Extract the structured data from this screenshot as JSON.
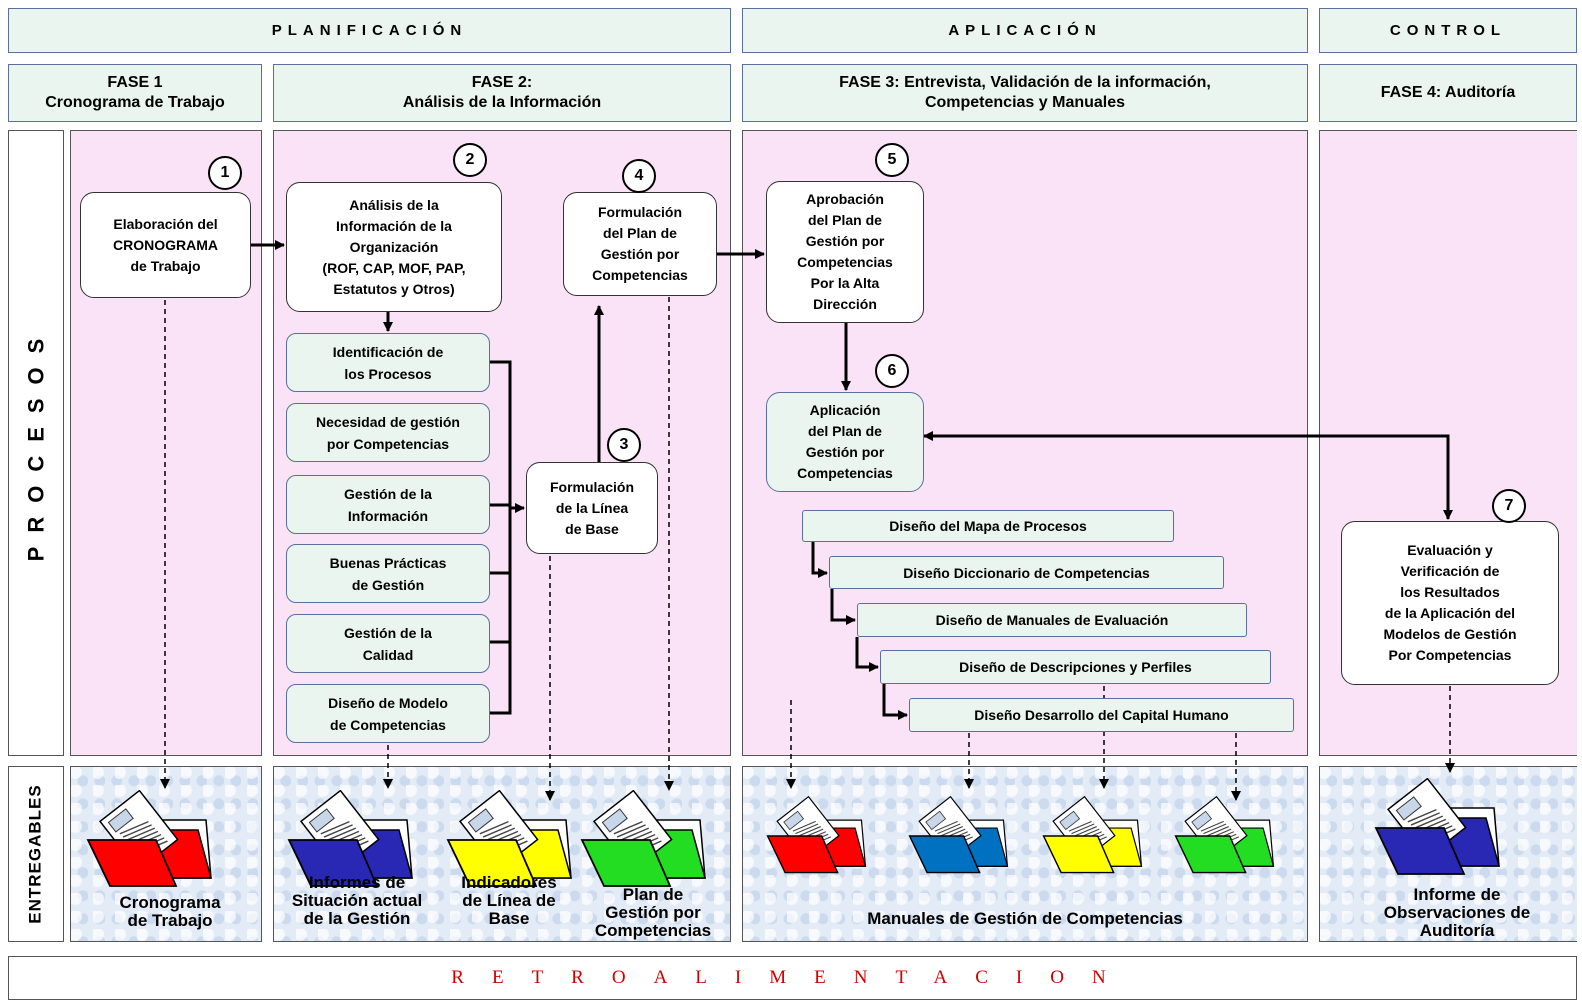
{
  "stages": {
    "planificacion": "PLANIFICACIÓN",
    "aplicacion": "APLICACIÓN",
    "control": "CONTROL"
  },
  "phases": {
    "fase1": "FASE 1\nCronograma de Trabajo",
    "fase2": "FASE 2:\nAnálisis de la Información",
    "fase3": "FASE 3:  Entrevista, Validación de la información,\nCompetencias y Manuales",
    "fase4": "FASE 4:  Auditoría"
  },
  "side_labels": {
    "procesos": "PROCESOS",
    "entregables": "ENTREGABLES"
  },
  "step_numbers": [
    "1",
    "2",
    "3",
    "4",
    "5",
    "6",
    "7"
  ],
  "process_boxes": {
    "cronograma": "Elaboración del\nCRONOGRAMA\nde Trabajo",
    "analisis": "Análisis de la\nInformación de la\nOrganización\n(ROF, CAP, MOF, PAP,\nEstatutos y Otros)",
    "formulacion_plan": "Formulación\ndel Plan de\nGestión por\nCompetencias",
    "formulacion_linea": "Formulación\nde la Línea\nde Base",
    "aprobacion": "Aprobación\ndel Plan de\nGestión por\nCompetencias\nPor la Alta\nDirección",
    "aplicacion": "Aplicación\ndel Plan de\nGestión por\nCompetencias",
    "evaluacion": "Evaluación y\nVerificación  de\nlos Resultados\nde la Aplicación del\nModelos de Gestión\nPor Competencias"
  },
  "analysis_items": [
    "Identificación de\nlos Procesos",
    "Necesidad de gestión\npor Competencias",
    "Gestión de la\nInformación",
    "Buenas Prácticas\nde Gestión",
    "Gestión de la\nCalidad",
    "Diseño de Modelo\nde Competencias"
  ],
  "design_items": [
    "Diseño  del Mapa de Procesos",
    "Diseño  Diccionario de Competencias",
    "Diseño de Manuales de Evaluación",
    "Diseño de Descripciones y Perfiles",
    "Diseño Desarrollo del Capital Humano"
  ],
  "deliverables": {
    "cronograma": "Cronograma\nde Trabajo",
    "informes": "Informes de\nSituación actual\nde la Gestión",
    "indicadores": "Indicadores\nde Línea de\nBase",
    "plan": "Plan de\nGestión por\nCompetencias",
    "manuales": "Manuales de Gestión de Competencias",
    "informe_auditoria": "Informe de\nObservaciones de\nAuditoría"
  },
  "folder_colors": {
    "cronograma": "#ff0000",
    "informes": "#2828b4",
    "indicadores": "#ffff00",
    "plan": "#22dd22",
    "manual_1": "#ff0000",
    "manual_2": "#0070c0",
    "manual_3": "#ffff00",
    "manual_4": "#22dd22",
    "informe_auditoria": "#2828b4"
  },
  "retroalimentacion": "RETROALIMENTACION"
}
